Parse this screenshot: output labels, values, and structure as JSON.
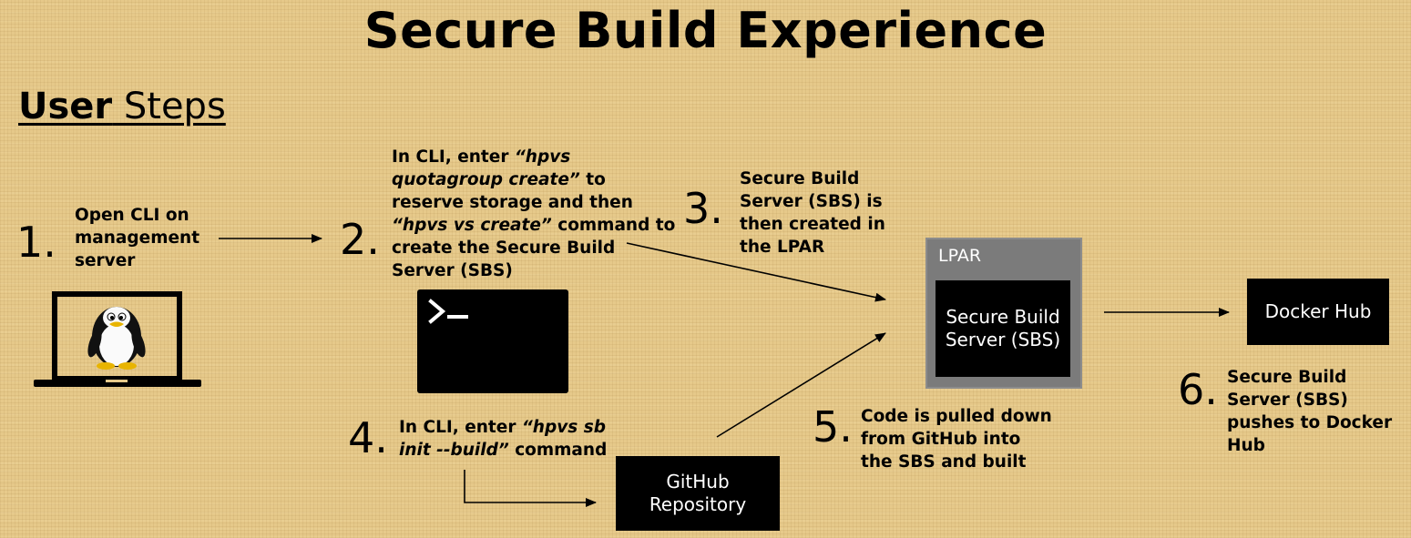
{
  "title": "Secure Build Experience",
  "subtitle": {
    "bold": "User",
    "rest": " Steps"
  },
  "steps": [
    {
      "number": "1.",
      "text": "Open CLI on management server"
    },
    {
      "number": "2.",
      "pre": "In CLI, enter ",
      "cmd1": "“hpvs quotagroup create”",
      "mid": " to reserve storage and then ",
      "cmd2": "“hpvs vs create”",
      "post": " command to create the Secure Build Server (SBS)"
    },
    {
      "number": "3.",
      "text": "Secure Build Server (SBS) is then created in the LPAR"
    },
    {
      "number": "4.",
      "pre": "In CLI, enter ",
      "cmd": "“hpvs sb init --build”",
      "post": " command"
    },
    {
      "number": "5.",
      "text": "Code is pulled down from GitHub into the SBS and built"
    },
    {
      "number": "6.",
      "text": "Secure Build Server (SBS) pushes to Docker Hub"
    }
  ],
  "nodes": {
    "lpar_label": "LPAR",
    "sbs": "Secure Build Server (SBS)",
    "docker": "Docker Hub",
    "github": "GitHub Repository"
  },
  "icons": {
    "laptop": "laptop-with-linux-penguin-icon",
    "terminal": "terminal-prompt-icon"
  }
}
